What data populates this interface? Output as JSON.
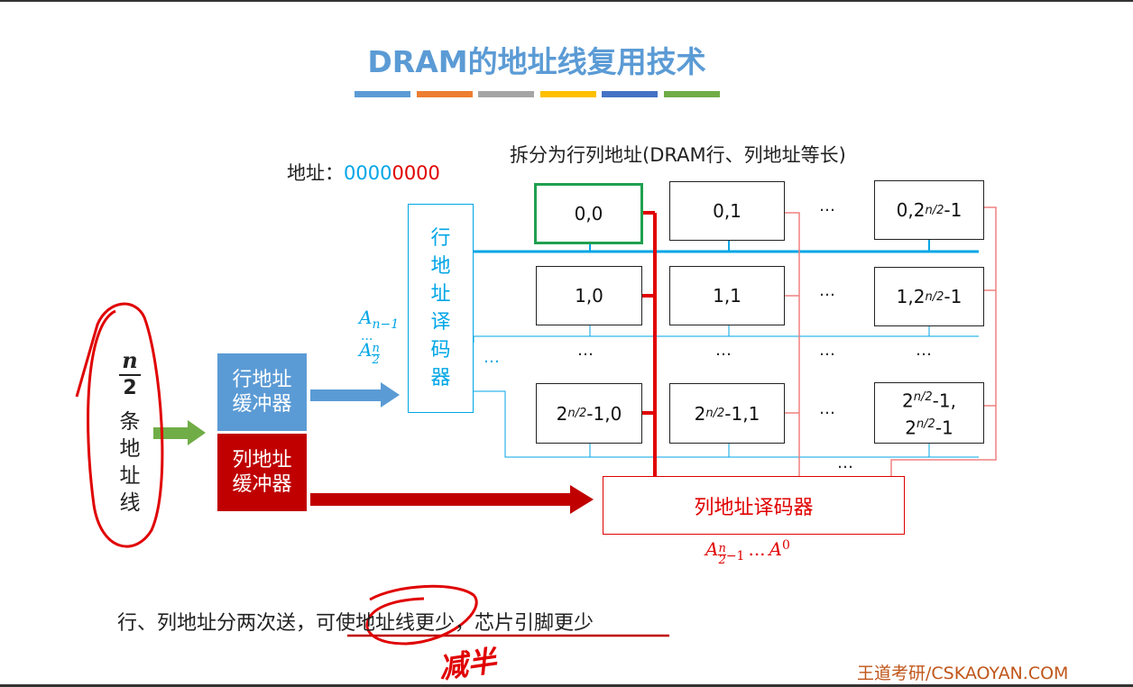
{
  "title": "DRAM的地址线复用技术",
  "stripes": [
    "#5b9bd5",
    "#ed7d31",
    "#a5a5a5",
    "#ffc000",
    "#4472c4",
    "#70ad47"
  ],
  "address": {
    "label": "地址：",
    "value_blue": "0000",
    "value_red": "0000"
  },
  "split_label": "拆分为行列地址(DRAM行、列地址等长)",
  "left_label": {
    "num": "n",
    "den": "2",
    "text": "条地址线"
  },
  "row_buffer": {
    "line1": "行地址",
    "line2": "缓冲器"
  },
  "col_buffer": {
    "line1": "列地址",
    "line2": "缓冲器"
  },
  "row_decoder": "行地址译码器",
  "col_decoder": "列地址译码器",
  "row_addr_lines": {
    "top": "A",
    "top_sub": "n−1",
    "dots": "...",
    "bottom": "A",
    "bottom_num": "n",
    "bottom_den": "2"
  },
  "col_addr_lines": {
    "a1": "A",
    "a1_num": "n",
    "a1_den": "2",
    "a1_suffix": "−1",
    "dots": "...",
    "a2": "A",
    "a2_sub": "0"
  },
  "cells": {
    "r0c0": "0,0",
    "r0c1": "0,1",
    "r0c3_base": "0,2",
    "r0c3_exp": "n/2",
    "r0c3_tail": "-1",
    "r1c0": "1,0",
    "r1c1": "1,1",
    "r1c3_base": "1,2",
    "r1c3_exp": "n/2",
    "r1c3_tail": "-1",
    "r3c0_base": "2",
    "r3c0_exp": "n/2",
    "r3c0_tail": "-1,0",
    "r3c1_base": "2",
    "r3c1_exp": "n/2",
    "r3c1_tail": "-1,1",
    "r3c3_l1_base": "2",
    "r3c3_l1_exp": "n/2",
    "r3c3_l1_tail": "-1,",
    "r3c3_l2_base": "2",
    "r3c3_l2_exp": "n/2",
    "r3c3_l2_tail": "-1"
  },
  "ellipsis": "…",
  "bottom_text": "行、列地址分两次送，可使地址线更少，芯片引脚更少",
  "handwriting": "减半",
  "watermark": "王道考研/CSKAOYAN.COM"
}
